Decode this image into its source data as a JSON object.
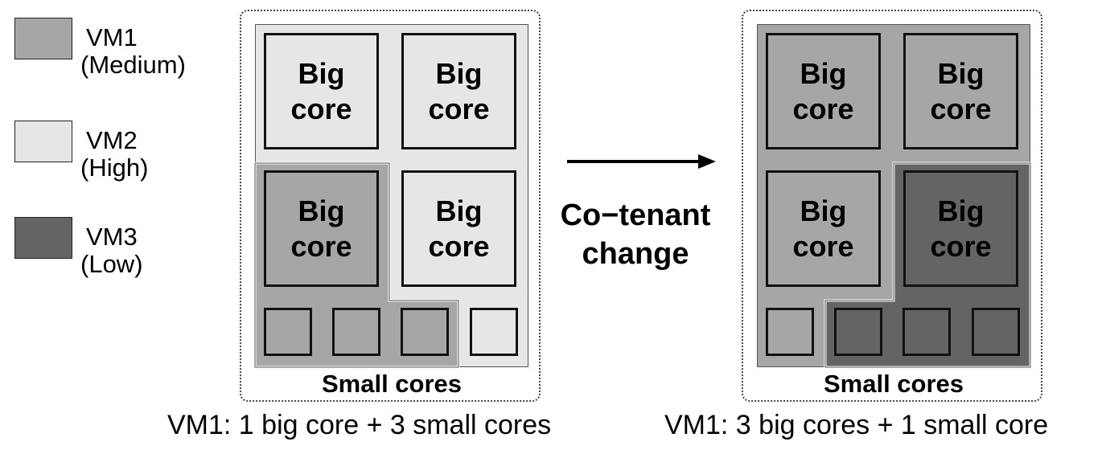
{
  "colors": {
    "vm1_medium": "#a6a6a6",
    "vm2_high": "#e6e6e6",
    "vm3_low": "#646464"
  },
  "legend": [
    {
      "name": "VM1",
      "level": "(Medium)"
    },
    {
      "name": "VM2",
      "level": "(High)"
    },
    {
      "name": "VM3",
      "level": "(Low)"
    }
  ],
  "core_labels": {
    "big_line1": "Big",
    "big_line2": "core",
    "small_cores": "Small cores"
  },
  "left_panel": {
    "big_cores": [
      "VM2",
      "VM2",
      "VM1",
      "VM2"
    ],
    "small_cores": [
      "VM1",
      "VM1",
      "VM1",
      "VM2"
    ],
    "caption": "VM1: 1 big core + 3 small cores"
  },
  "right_panel": {
    "big_cores": [
      "VM1",
      "VM1",
      "VM1",
      "VM3"
    ],
    "small_cores": [
      "VM1",
      "VM3",
      "VM3",
      "VM3"
    ],
    "caption": "VM1: 3 big cores + 1 small core"
  },
  "transition": {
    "line1": "Co−tenant",
    "line2": "change"
  }
}
